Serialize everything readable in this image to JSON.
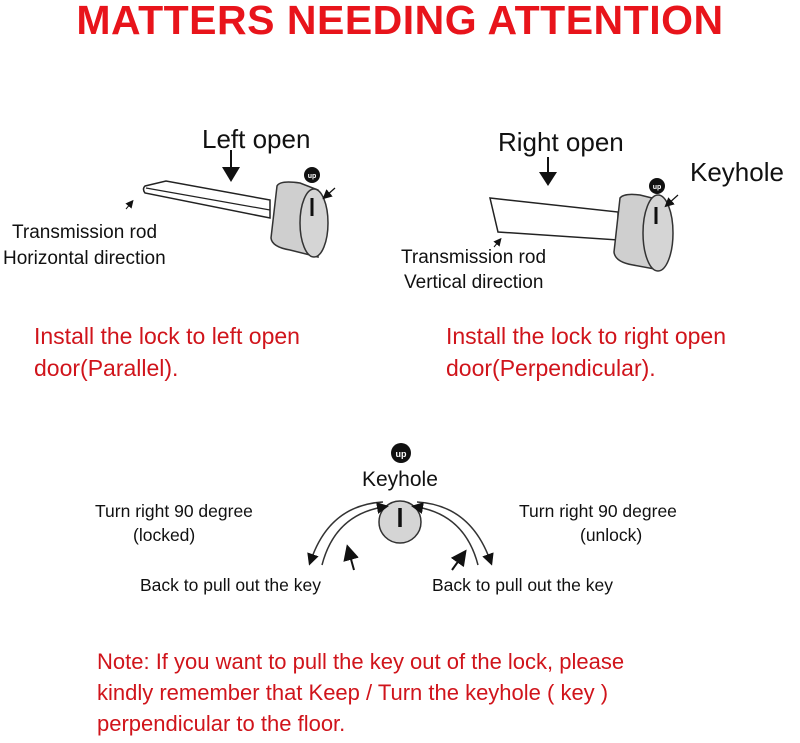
{
  "title": "MATTERS NEEDING ATTENTION",
  "left_diagram": {
    "heading": "Left open",
    "rod_label_1": "Transmission rod",
    "rod_label_2": "Horizontal direction",
    "up_badge": "up",
    "caption_1": "Install the lock to left open",
    "caption_2": "door(Parallel)."
  },
  "right_diagram": {
    "heading": "Right open",
    "keyhole_label": "Keyhole",
    "rod_label_1": "Transmission rod",
    "rod_label_2": "Vertical direction",
    "up_badge": "up",
    "caption_1": "Install the lock to right open",
    "caption_2": "door(Perpendicular)."
  },
  "keyhole_diagram": {
    "up_badge": "up",
    "keyhole_label": "Keyhole",
    "left_turn_1": "Turn right 90 degree",
    "left_turn_2": "(locked)",
    "right_turn_1": "Turn right 90 degree",
    "right_turn_2": "(unlock)",
    "left_back": "Back to pull out the key",
    "right_back": "Back to pull out the key"
  },
  "note": {
    "line_1": "Note: If you want to pull the key out of the lock, please",
    "line_2": "kindly remember that Keep / Turn the keyhole ( key )",
    "line_3": "perpendicular to the floor."
  },
  "colors": {
    "accent": "#e8141b",
    "text_red": "#d0141b",
    "lock_gray": "#cfcfcf"
  }
}
